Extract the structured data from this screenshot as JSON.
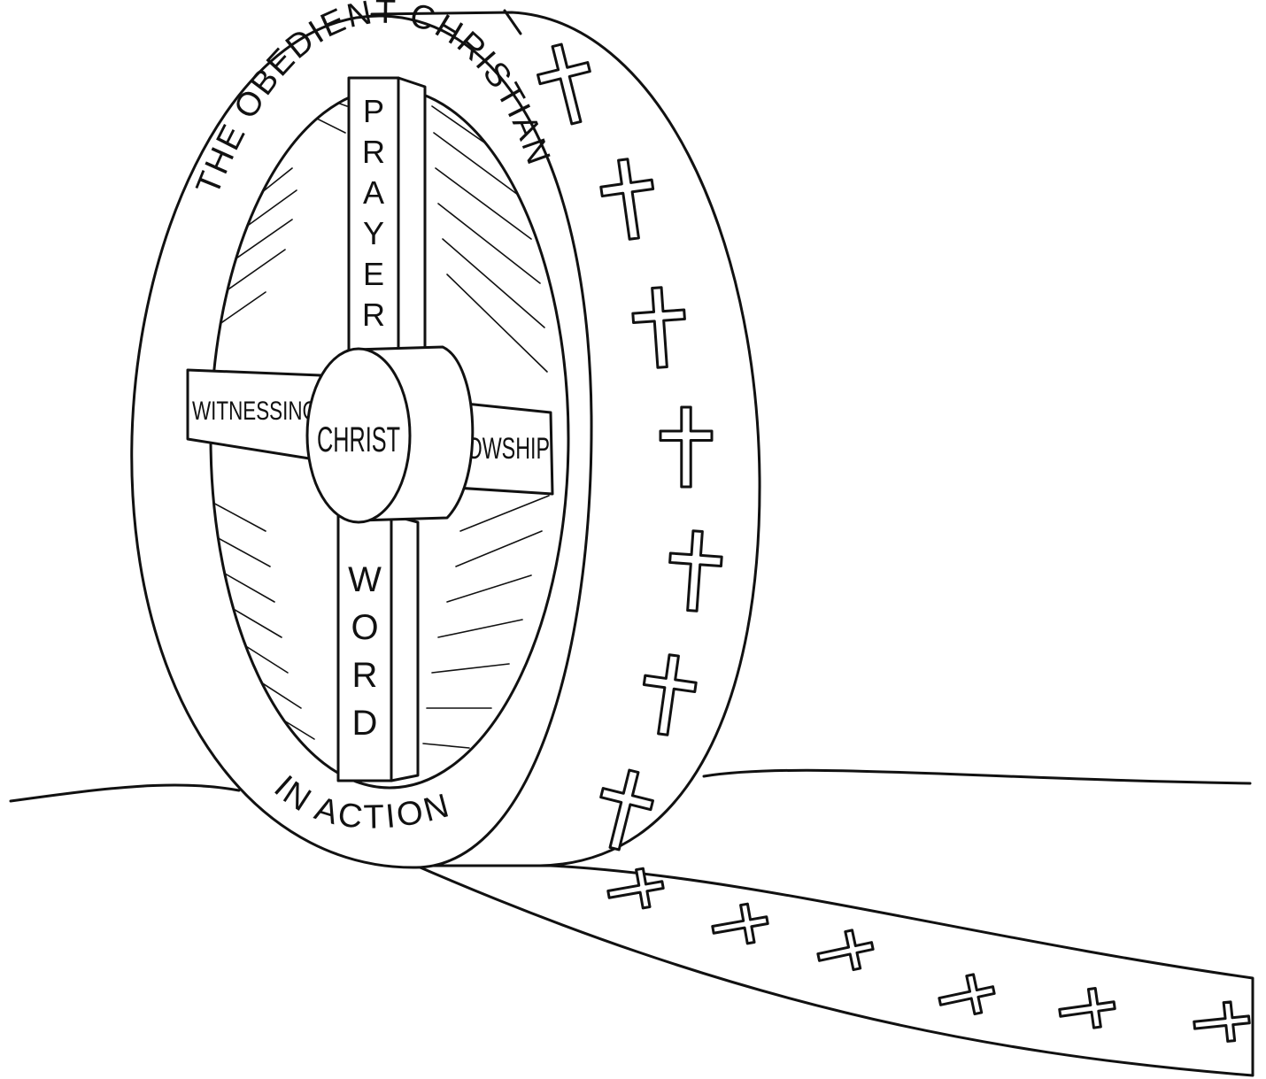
{
  "rim": {
    "top_text": "THE OBEDIENT CHRISTIAN",
    "bottom_text": "IN ACTION"
  },
  "hub": {
    "label": "CHRIST"
  },
  "spokes": {
    "top": "PRAYER",
    "bottom": "WORD",
    "left": "WITNESSING",
    "right": "FELLOWSHIP"
  },
  "tread": {
    "cross_icon": "cross-icon",
    "cross_count": 7
  },
  "track": {
    "cross_icon": "cross-icon",
    "cross_count": 6
  }
}
